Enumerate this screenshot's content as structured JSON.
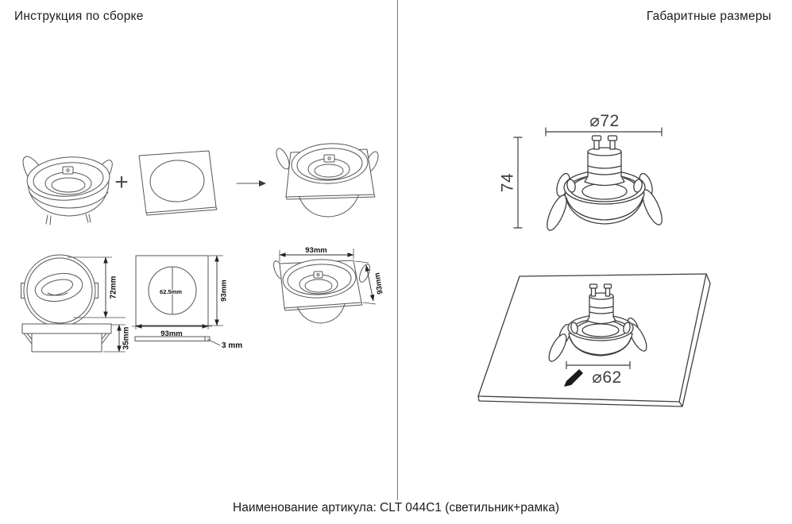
{
  "header": {
    "left_title": "Инструкция по сборке",
    "right_title": "Габаритные размеры"
  },
  "footer": {
    "caption": "Наименование артикула: CLT 044C1 (светильник+рамка)"
  },
  "assembly": {
    "plus_sign": "+"
  },
  "left_dims": {
    "body_diameter": "72mm",
    "body_height": "35mm",
    "frame_hole": "62.5mm",
    "frame_height": "93mm",
    "frame_width": "93mm",
    "frame_thickness": "3 mm",
    "assembled_width": "93mm",
    "assembled_side": "93mm"
  },
  "right_dims": {
    "fixture_diameter": "⌀72",
    "fixture_height": "74",
    "cutout_diameter": "⌀62"
  },
  "colors": {
    "line": "#565656",
    "line_dark": "#3e3e3e",
    "text": "#1c1c1c",
    "dim_text_right": "#3d3d3d",
    "background": "#ffffff"
  }
}
